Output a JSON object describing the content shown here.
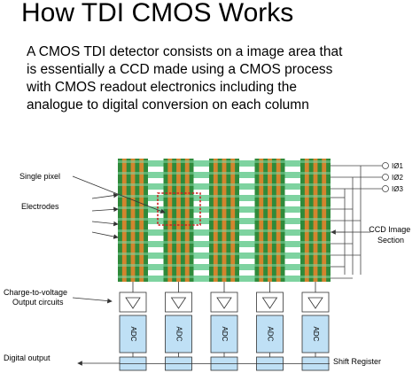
{
  "title": "How TDI CMOS Works",
  "description": [
    "A CMOS TDI detector consists on a image area that",
    "is essentially a CCD made using a CMOS process",
    "with CMOS readout electronics including the",
    "analogue to digital conversion on each column"
  ],
  "diagram": {
    "labels": {
      "single_pixel": "Single pixel",
      "electrodes": "Electrodes",
      "charge_to_voltage_line1": "Charge-to-voltage",
      "charge_to_voltage_line2": "Output circuits",
      "digital_output": "Digital output",
      "ccd_line1": "CCD Image",
      "ccd_line2": "Section",
      "shift_register": "Shift Register"
    },
    "phases": [
      "IØ1",
      "IØ2",
      "IØ3"
    ],
    "adc_label": "ADC",
    "columns": 5,
    "colors": {
      "electrode_green": "#7ed3a0",
      "column_green": "#2f8a3a",
      "column_orange": "#d2852e",
      "box_blue": "#bfe0f5",
      "pixel_outline": "#cc2222"
    }
  }
}
